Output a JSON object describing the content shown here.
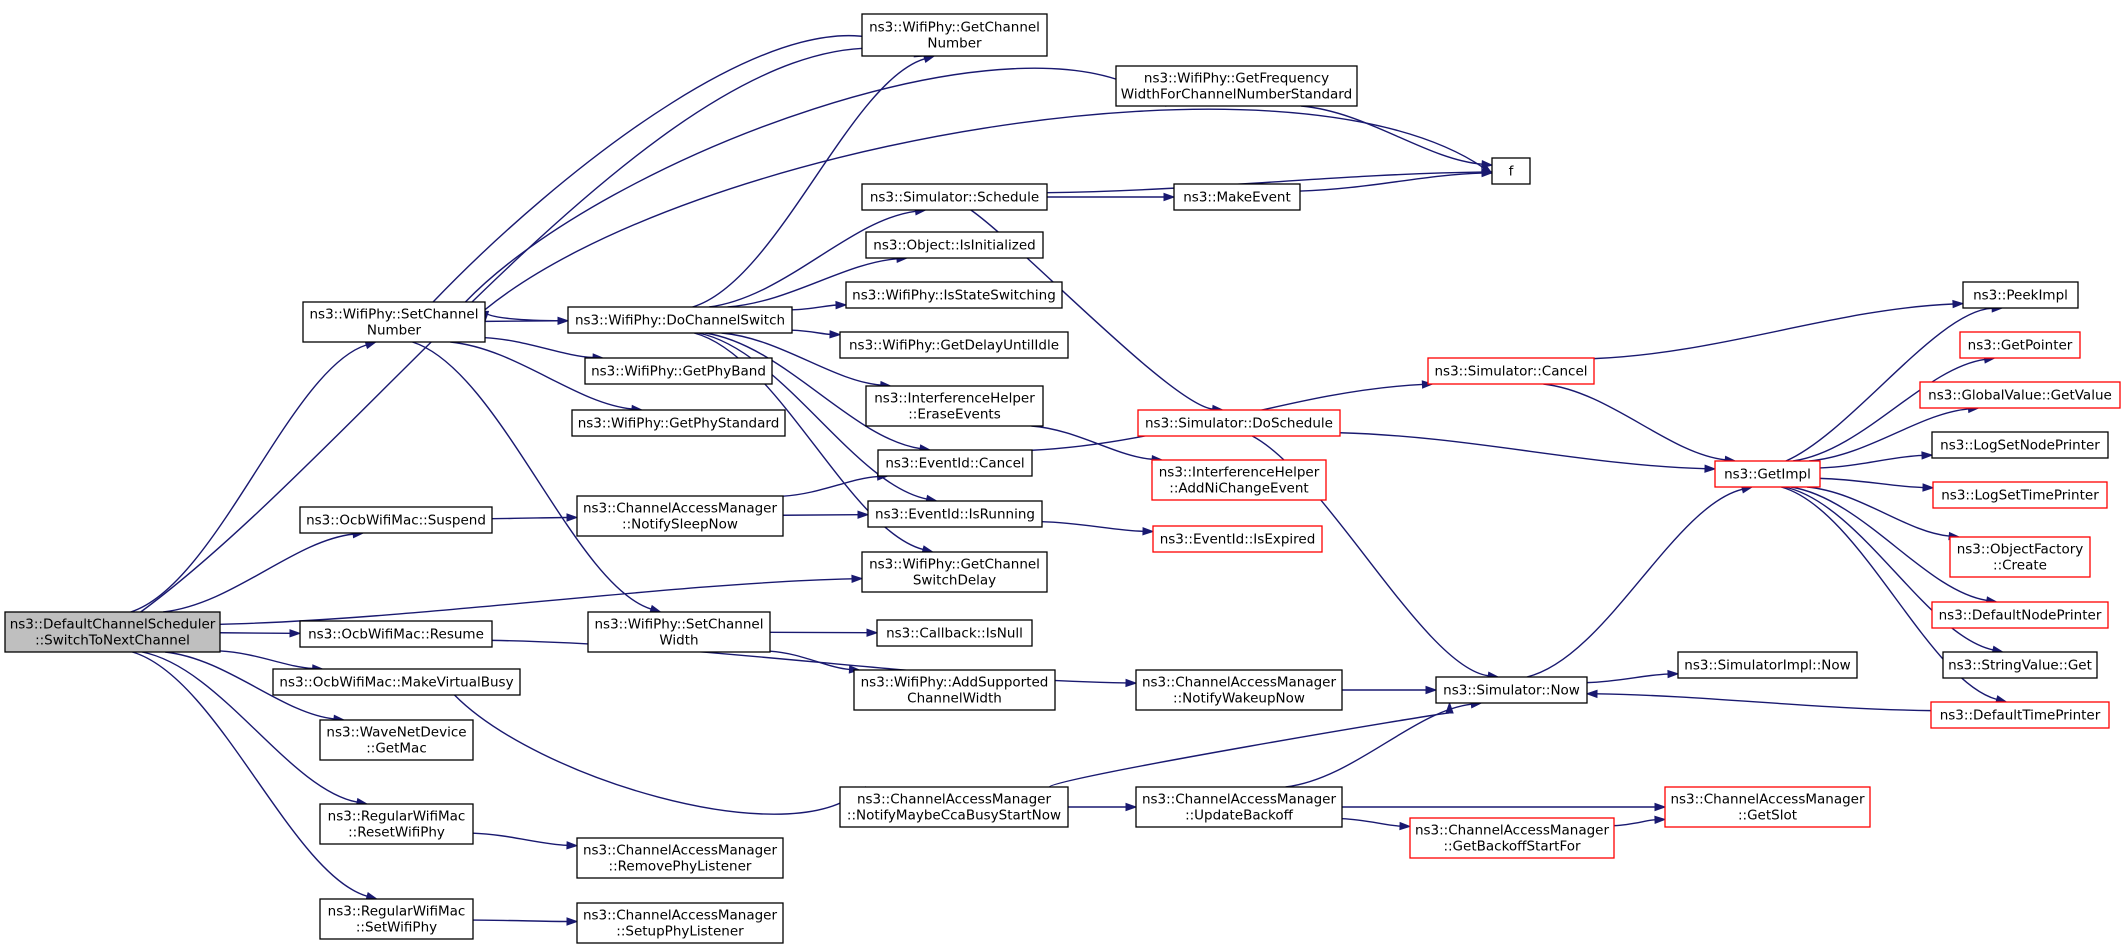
{
  "colors": {
    "edge": "#191970",
    "normal_border": "#000000",
    "truncated_border": "#ff0000",
    "root_fill": "#bfbfbf"
  },
  "nodes": [
    {
      "id": "root",
      "lines": [
        "ns3::DefaultChannelScheduler",
        "::SwitchToNextChannel"
      ],
      "style": "root"
    },
    {
      "id": "setch",
      "lines": [
        "ns3::WifiPhy::SetChannel",
        "Number"
      ]
    },
    {
      "id": "suspend",
      "lines": [
        "ns3::OcbWifiMac::Suspend"
      ]
    },
    {
      "id": "resume",
      "lines": [
        "ns3::OcbWifiMac::Resume"
      ]
    },
    {
      "id": "mvb",
      "lines": [
        "ns3::OcbWifiMac::MakeVirtualBusy"
      ]
    },
    {
      "id": "wngetmac",
      "lines": [
        "ns3::WaveNetDevice",
        "::GetMac"
      ]
    },
    {
      "id": "reset",
      "lines": [
        "ns3::RegularWifiMac",
        "::ResetWifiPhy"
      ]
    },
    {
      "id": "setphy",
      "lines": [
        "ns3::RegularWifiMac",
        "::SetWifiPhy"
      ]
    },
    {
      "id": "getchnum",
      "lines": [
        "ns3::WifiPhy::GetChannel",
        "Number"
      ]
    },
    {
      "id": "getfreq",
      "lines": [
        "ns3::WifiPhy::GetFrequency",
        "WidthForChannelNumberStandard"
      ]
    },
    {
      "id": "f",
      "lines": [
        "f"
      ]
    },
    {
      "id": "schedule",
      "lines": [
        "ns3::Simulator::Schedule"
      ]
    },
    {
      "id": "makeevent",
      "lines": [
        "ns3::MakeEvent"
      ]
    },
    {
      "id": "isinit",
      "lines": [
        "ns3::Object::IsInitialized"
      ]
    },
    {
      "id": "isstate",
      "lines": [
        "ns3::WifiPhy::IsStateSwitching"
      ]
    },
    {
      "id": "dochsw",
      "lines": [
        "ns3::WifiPhy::DoChannelSwitch"
      ]
    },
    {
      "id": "delayidle",
      "lines": [
        "ns3::WifiPhy::GetDelayUntilIdle"
      ]
    },
    {
      "id": "phyband",
      "lines": [
        "ns3::WifiPhy::GetPhyBand"
      ]
    },
    {
      "id": "phystd",
      "lines": [
        "ns3::WifiPhy::GetPhyStandard"
      ]
    },
    {
      "id": "erase",
      "lines": [
        "ns3::InterferenceHelper",
        "::EraseEvents"
      ]
    },
    {
      "id": "evcancel",
      "lines": [
        "ns3::EventId::Cancel"
      ]
    },
    {
      "id": "notifysleep",
      "lines": [
        "ns3::ChannelAccessManager",
        "::NotifySleepNow"
      ]
    },
    {
      "id": "isrunning",
      "lines": [
        "ns3::EventId::IsRunning"
      ]
    },
    {
      "id": "swdelay",
      "lines": [
        "ns3::WifiPhy::GetChannel",
        "SwitchDelay"
      ]
    },
    {
      "id": "setwidth",
      "lines": [
        "ns3::WifiPhy::SetChannel",
        "Width"
      ]
    },
    {
      "id": "isnull",
      "lines": [
        "ns3::Callback::IsNull"
      ]
    },
    {
      "id": "addsup",
      "lines": [
        "ns3::WifiPhy::AddSupported",
        "ChannelWidth"
      ]
    },
    {
      "id": "notifywake",
      "lines": [
        "ns3::ChannelAccessManager",
        "::NotifyWakeupNow"
      ]
    },
    {
      "id": "notifycca",
      "lines": [
        "ns3::ChannelAccessManager",
        "::NotifyMaybeCcaBusyStartNow"
      ]
    },
    {
      "id": "removelis",
      "lines": [
        "ns3::ChannelAccessManager",
        "::RemovePhyListener"
      ]
    },
    {
      "id": "setuplis",
      "lines": [
        "ns3::ChannelAccessManager",
        "::SetupPhyListener"
      ]
    },
    {
      "id": "simcancel",
      "lines": [
        "ns3::Simulator::Cancel"
      ],
      "style": "red"
    },
    {
      "id": "dosched",
      "lines": [
        "ns3::Simulator::DoSchedule"
      ],
      "style": "red"
    },
    {
      "id": "addni",
      "lines": [
        "ns3::InterferenceHelper",
        "::AddNiChangeEvent"
      ],
      "style": "red"
    },
    {
      "id": "isexpired",
      "lines": [
        "ns3::EventId::IsExpired"
      ],
      "style": "red"
    },
    {
      "id": "simnow",
      "lines": [
        "ns3::Simulator::Now"
      ]
    },
    {
      "id": "updback",
      "lines": [
        "ns3::ChannelAccessManager",
        "::UpdateBackoff"
      ]
    },
    {
      "id": "getbackoff",
      "lines": [
        "ns3::ChannelAccessManager",
        "::GetBackoffStartFor"
      ],
      "style": "red"
    },
    {
      "id": "getslot",
      "lines": [
        "ns3::ChannelAccessManager",
        "::GetSlot"
      ],
      "style": "red"
    },
    {
      "id": "getimpl",
      "lines": [
        "ns3::GetImpl"
      ],
      "style": "red"
    },
    {
      "id": "simimplnow",
      "lines": [
        "ns3::SimulatorImpl::Now"
      ]
    },
    {
      "id": "peek",
      "lines": [
        "ns3::PeekImpl"
      ]
    },
    {
      "id": "getptr",
      "lines": [
        "ns3::GetPointer"
      ],
      "style": "red"
    },
    {
      "id": "gvget",
      "lines": [
        "ns3::GlobalValue::GetValue"
      ],
      "style": "red"
    },
    {
      "id": "lognode",
      "lines": [
        "ns3::LogSetNodePrinter"
      ]
    },
    {
      "id": "logtime",
      "lines": [
        "ns3::LogSetTimePrinter"
      ],
      "style": "red"
    },
    {
      "id": "objfac",
      "lines": [
        "ns3::ObjectFactory",
        "::Create"
      ],
      "style": "red"
    },
    {
      "id": "defnode",
      "lines": [
        "ns3::DefaultNodePrinter"
      ],
      "style": "red"
    },
    {
      "id": "strget",
      "lines": [
        "ns3::StringValue::Get"
      ]
    },
    {
      "id": "deftime",
      "lines": [
        "ns3::DefaultTimePrinter"
      ],
      "style": "red"
    }
  ],
  "edges": [
    [
      "root",
      "setch"
    ],
    [
      "root",
      "suspend"
    ],
    [
      "root",
      "resume"
    ],
    [
      "root",
      "mvb"
    ],
    [
      "root",
      "wngetmac"
    ],
    [
      "root",
      "reset"
    ],
    [
      "root",
      "setphy"
    ],
    [
      "root",
      "getchnum"
    ],
    [
      "root",
      "swdelay"
    ],
    [
      "setch",
      "getchnum"
    ],
    [
      "setch",
      "getfreq"
    ],
    [
      "setch",
      "f"
    ],
    [
      "setch",
      "dochsw"
    ],
    [
      "setch",
      "phyband"
    ],
    [
      "setch",
      "phystd"
    ],
    [
      "setch",
      "setwidth"
    ],
    [
      "dochsw",
      "setch"
    ],
    [
      "dochsw",
      "getchnum"
    ],
    [
      "dochsw",
      "schedule"
    ],
    [
      "dochsw",
      "isinit"
    ],
    [
      "dochsw",
      "isstate"
    ],
    [
      "dochsw",
      "delayidle"
    ],
    [
      "dochsw",
      "erase"
    ],
    [
      "dochsw",
      "evcancel"
    ],
    [
      "dochsw",
      "isrunning"
    ],
    [
      "dochsw",
      "swdelay"
    ],
    [
      "getfreq",
      "f"
    ],
    [
      "schedule",
      "makeevent"
    ],
    [
      "schedule",
      "f"
    ],
    [
      "schedule",
      "dosched"
    ],
    [
      "makeevent",
      "f"
    ],
    [
      "suspend",
      "notifysleep"
    ],
    [
      "notifysleep",
      "evcancel"
    ],
    [
      "notifysleep",
      "isrunning"
    ],
    [
      "resume",
      "notifywake"
    ],
    [
      "mvb",
      "notifycca"
    ],
    [
      "reset",
      "removelis"
    ],
    [
      "setphy",
      "setuplis"
    ],
    [
      "setwidth",
      "isnull"
    ],
    [
      "setwidth",
      "addsup"
    ],
    [
      "erase",
      "addni"
    ],
    [
      "evcancel",
      "simcancel"
    ],
    [
      "isrunning",
      "isexpired"
    ],
    [
      "notifywake",
      "simnow"
    ],
    [
      "notifycca",
      "simnow"
    ],
    [
      "notifycca",
      "updback"
    ],
    [
      "updback",
      "simnow"
    ],
    [
      "updback",
      "getslot"
    ],
    [
      "updback",
      "getbackoff"
    ],
    [
      "getbackoff",
      "getslot"
    ],
    [
      "simcancel",
      "peek"
    ],
    [
      "simcancel",
      "getimpl"
    ],
    [
      "dosched",
      "getimpl"
    ],
    [
      "dosched",
      "simnow"
    ],
    [
      "simnow",
      "getimpl"
    ],
    [
      "simnow",
      "simimplnow"
    ],
    [
      "getimpl",
      "peek"
    ],
    [
      "getimpl",
      "getptr"
    ],
    [
      "getimpl",
      "gvget"
    ],
    [
      "getimpl",
      "lognode"
    ],
    [
      "getimpl",
      "logtime"
    ],
    [
      "getimpl",
      "objfac"
    ],
    [
      "getimpl",
      "defnode"
    ],
    [
      "getimpl",
      "strget"
    ],
    [
      "getimpl",
      "deftime"
    ],
    [
      "deftime",
      "simnow"
    ]
  ]
}
